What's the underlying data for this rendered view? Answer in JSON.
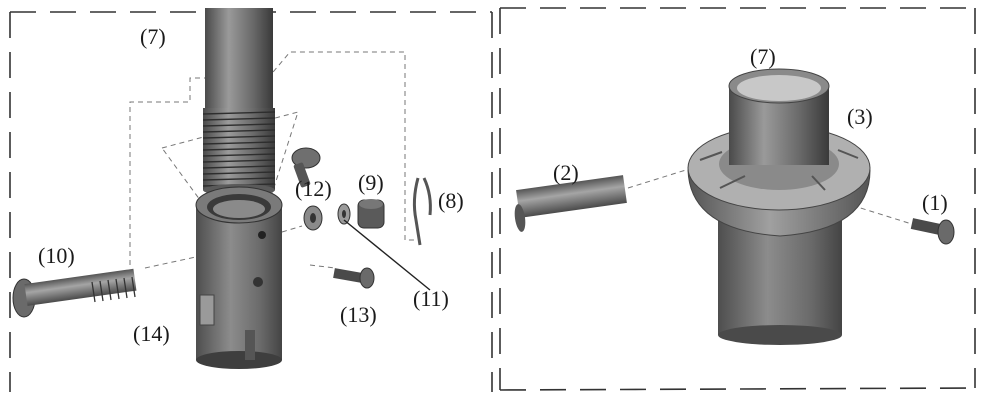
{
  "left_panel": {
    "labels": {
      "p7": "(7)",
      "p12": "(12)",
      "p9": "(9)",
      "p8": "(8)",
      "p10": "(10)",
      "p11": "(11)",
      "p13": "(13)",
      "p14": "(14)"
    }
  },
  "right_panel": {
    "labels": {
      "p7": "(7)",
      "p3": "(3)",
      "p2": "(2)",
      "p1": "(1)"
    }
  },
  "colors": {
    "part_dark": "#5a5a5a",
    "part_mid": "#8a8a8a",
    "part_light": "#b8b8b8",
    "border": "#333333"
  }
}
